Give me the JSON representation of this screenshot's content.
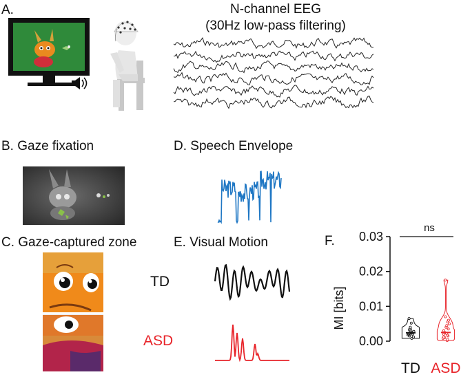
{
  "panels": {
    "a": {
      "label": "A.",
      "eeg_title_line1": "N-channel EEG",
      "eeg_title_line2": "(30Hz low-pass filtering)"
    },
    "b": {
      "label": "B. Gaze fixation"
    },
    "c": {
      "label": "C. Gaze-captured zone"
    },
    "d": {
      "label": "D. Speech Envelope"
    },
    "e": {
      "label": "E. Visual Motion"
    },
    "f": {
      "label": "F."
    }
  },
  "groups": {
    "td": "TD",
    "asd": "ASD"
  },
  "colors": {
    "speech": "#1f77c4",
    "td": "#111111",
    "asd": "#e8242a",
    "screen_green": "#2f8a3a"
  },
  "chart_data": {
    "type": "violin",
    "ylabel": "MI [bits]",
    "ylim": [
      0,
      0.03
    ],
    "yticks": [
      "0.00",
      "0.01",
      "0.02",
      "0.03"
    ],
    "categories": [
      "TD",
      "ASD"
    ],
    "significance": "ns",
    "series": [
      {
        "name": "TD",
        "color": "#111111",
        "values": [
          0.0008,
          0.0012,
          0.0015,
          0.0018,
          0.0019,
          0.002,
          0.0021,
          0.0022,
          0.0023,
          0.0024,
          0.0025,
          0.0026,
          0.0028,
          0.003,
          0.0033,
          0.0036,
          0.004,
          0.0052,
          0.0065
        ]
      },
      {
        "name": "ASD",
        "color": "#e8242a",
        "values": [
          0.0002,
          0.0005,
          0.0008,
          0.001,
          0.0012,
          0.0015,
          0.0018,
          0.002,
          0.0022,
          0.0025,
          0.003,
          0.0035,
          0.004,
          0.0045,
          0.005,
          0.0055,
          0.006,
          0.007,
          0.0175
        ]
      }
    ]
  }
}
